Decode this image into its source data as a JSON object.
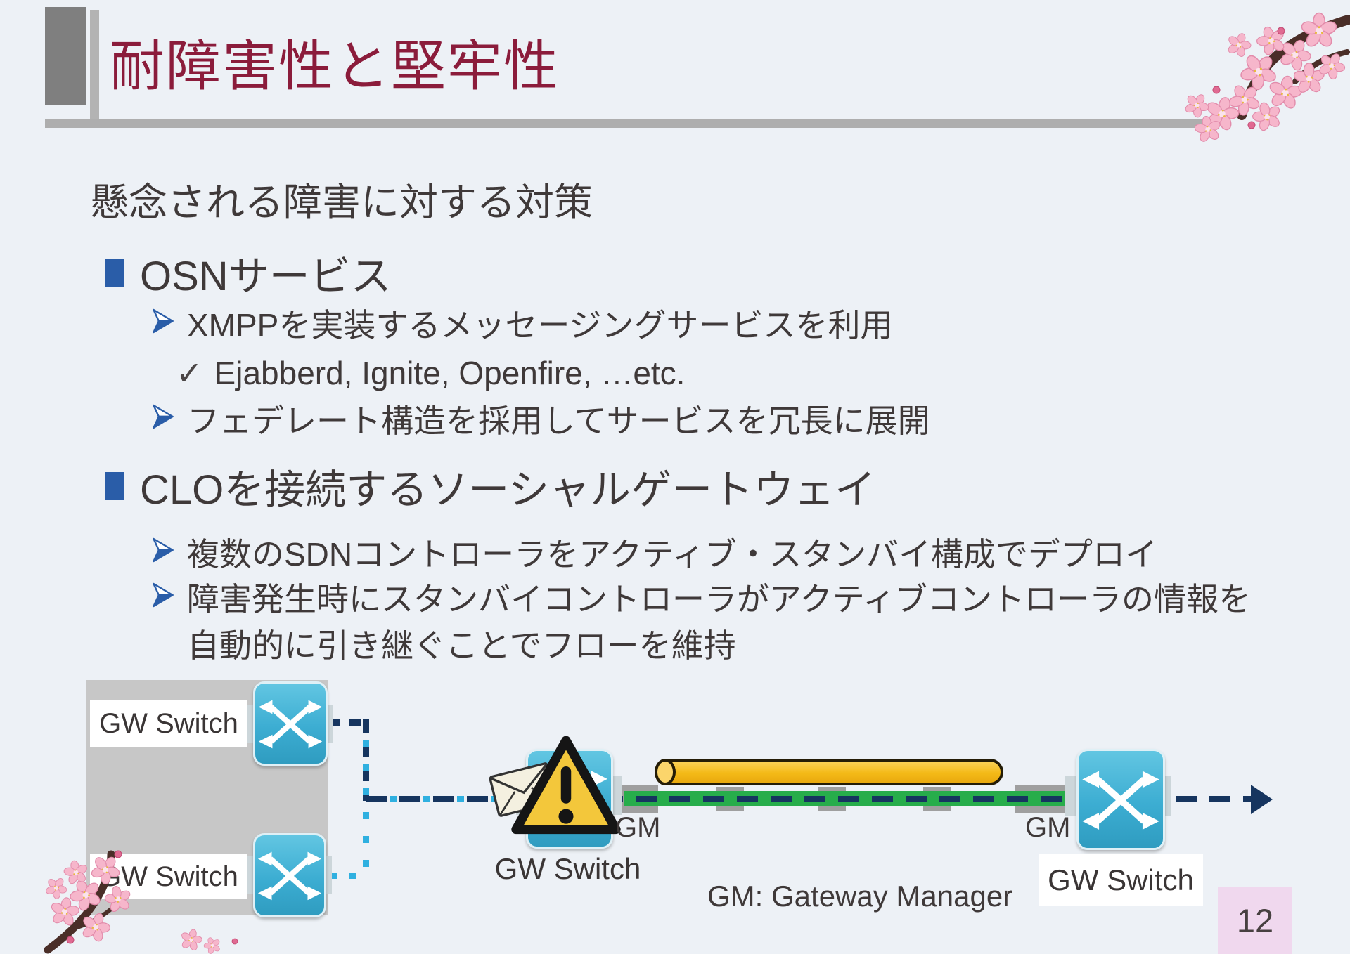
{
  "slide": {
    "title": "耐障害性と堅牢性",
    "intro": "懸念される障害に対する対策",
    "page_number": "12"
  },
  "content": {
    "sections": [
      {
        "heading": "OSNサービス",
        "bullets": [
          {
            "type": "arrow",
            "text": "XMPPを実装するメッセージングサービスを利用"
          },
          {
            "type": "check",
            "text": "Ejabberd, Ignite, Openfire, …etc."
          },
          {
            "type": "arrow",
            "text": "フェデレート構造を採用してサービスを冗長に展開"
          }
        ]
      },
      {
        "heading": "CLOを接続するソーシャルゲートウェイ",
        "bullets": [
          {
            "type": "arrow",
            "text": "複数のSDNコントローラをアクティブ・スタンバイ構成でデプロイ"
          },
          {
            "type": "arrow",
            "text": "障害発生時にスタンバイコントローラがアクティブコントローラの情報を自動的に引き継ぐことでフローを維持"
          }
        ]
      }
    ]
  },
  "diagram": {
    "gw_switch_label": "GW Switch",
    "gm_label": "GM",
    "legend": "GM: Gateway Manager",
    "icon_names": [
      "switch-icon",
      "warning-icon",
      "envelope-icon",
      "pipe-graphic",
      "cherry-blossom"
    ],
    "colors": {
      "active_path": "#16355f",
      "standby_path": "#2fb0e0",
      "flow_line": "#27ad4b",
      "pipe_fill": "#f4ba17",
      "warning_fill": "#f3c73b",
      "switch_fill": "#3cadd2",
      "device_box": "#c7c7c7"
    }
  },
  "icons": {
    "check": "✓"
  },
  "theme": {
    "title_color": "#8b1c3b",
    "text_color": "#3f3939",
    "bullet_color": "#2a5da8",
    "background": "#edf1f6",
    "page_badge_bg": "#f0d8ee"
  }
}
